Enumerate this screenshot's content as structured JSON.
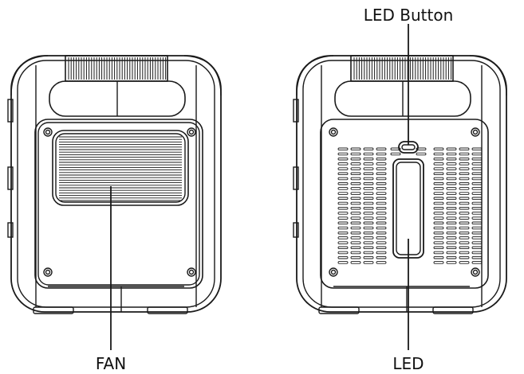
{
  "labels": {
    "led_button": "LED Button",
    "fan": "FAN",
    "led": "LED"
  },
  "colors": {
    "line": "#1a1a1a",
    "background": "#ffffff"
  }
}
